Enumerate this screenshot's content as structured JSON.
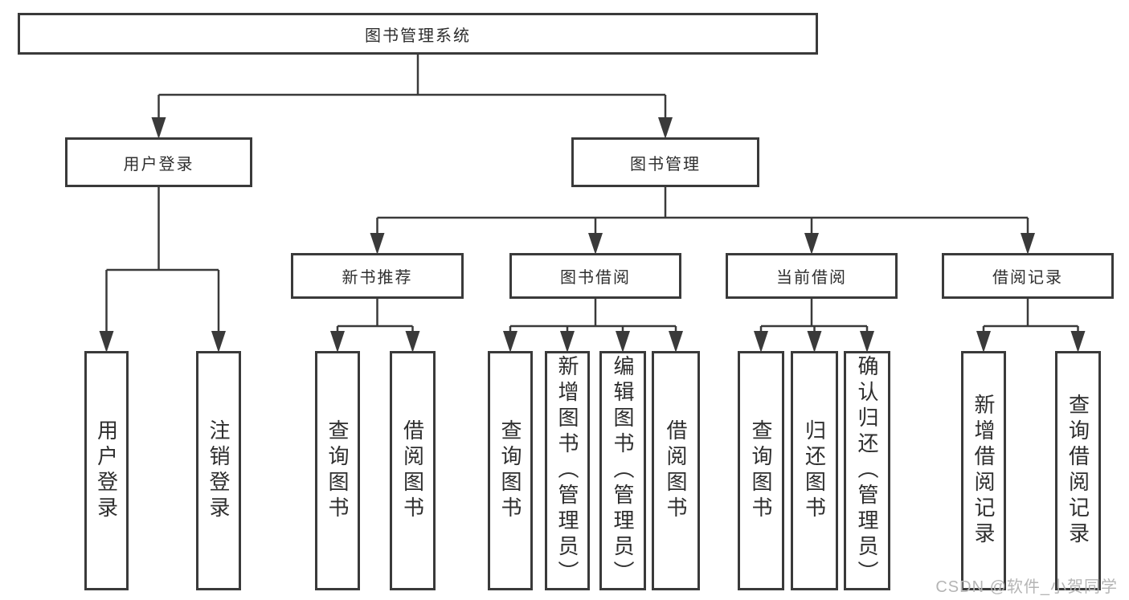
{
  "diagram_title": "图书管理系统",
  "watermark": "CSDN @软件_小贺同学",
  "colors": {
    "line": "#3a3a3a",
    "border": "#3a3a3a",
    "text": "#2e2e2e",
    "watermark": "#b5b5b5",
    "background": "#ffffff"
  },
  "tree": {
    "id": "library-management-system",
    "label": "图书管理系统",
    "children": [
      {
        "id": "user-login",
        "label": "用户登录",
        "children": [
          {
            "id": "user-login-leaf",
            "label": "用户登录",
            "vertical": true
          },
          {
            "id": "logout-leaf",
            "label": "注销登录",
            "vertical": true
          }
        ]
      },
      {
        "id": "book-management",
        "label": "图书管理",
        "children": [
          {
            "id": "new-book-recommendation",
            "label": "新书推荐",
            "children": [
              {
                "id": "query-books-recommend",
                "label": "查询图书",
                "vertical": true
              },
              {
                "id": "borrow-books-recommend",
                "label": "借阅图书",
                "vertical": true
              }
            ]
          },
          {
            "id": "book-borrowing",
            "label": "图书借阅",
            "children": [
              {
                "id": "query-books-borrowing",
                "label": "查询图书",
                "vertical": true
              },
              {
                "id": "add-books-admin",
                "label": "新增图书（管理员）",
                "vertical": true
              },
              {
                "id": "edit-books-admin",
                "label": "编辑图书（管理员）",
                "vertical": true
              },
              {
                "id": "borrow-books-borrowing",
                "label": "借阅图书",
                "vertical": true
              }
            ]
          },
          {
            "id": "current-borrowing",
            "label": "当前借阅",
            "children": [
              {
                "id": "query-books-current",
                "label": "查询图书",
                "vertical": true
              },
              {
                "id": "return-books",
                "label": "归还图书",
                "vertical": true
              },
              {
                "id": "confirm-return-admin",
                "label": "确认归还（管理员）",
                "vertical": true
              }
            ]
          },
          {
            "id": "borrowing-records",
            "label": "借阅记录",
            "children": [
              {
                "id": "add-borrowing-record",
                "label": "新增借阅记录",
                "vertical": true
              },
              {
                "id": "query-borrowing-record",
                "label": "查询借阅记录",
                "vertical": true
              }
            ]
          }
        ]
      }
    ]
  }
}
